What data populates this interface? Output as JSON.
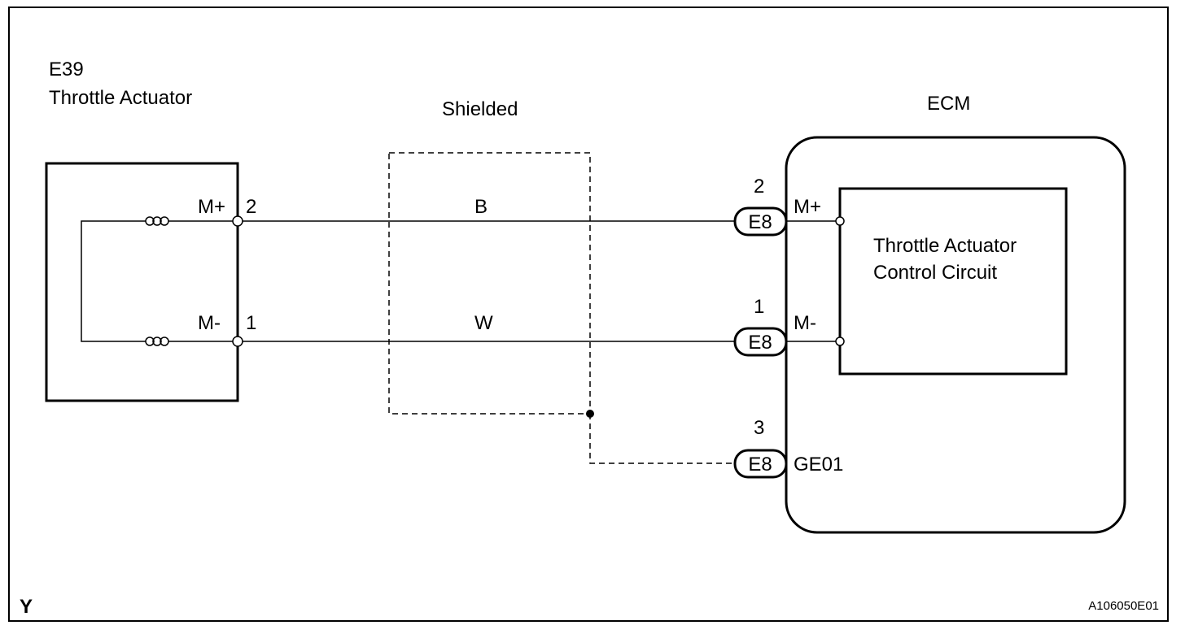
{
  "component": {
    "code": "E39",
    "name": "Throttle Actuator",
    "terminals": [
      {
        "signal": "M+",
        "pin": "2"
      },
      {
        "signal": "M-",
        "pin": "1"
      }
    ]
  },
  "shield_label": "Shielded",
  "wires": [
    {
      "color": "B",
      "from": "E39-2 (M+)",
      "to": "E8-2 (M+)"
    },
    {
      "color": "W",
      "from": "E39-1 (M-)",
      "to": "E8-1 (M-)"
    }
  ],
  "ecm": {
    "title": "ECM",
    "circuit_line1": "Throttle Actuator",
    "circuit_line2": "Control Circuit",
    "connectors": [
      {
        "pin": "2",
        "connector": "E8",
        "terminal": "M+"
      },
      {
        "pin": "1",
        "connector": "E8",
        "terminal": "M-"
      },
      {
        "pin": "3",
        "connector": "E8",
        "terminal": "GE01"
      }
    ]
  },
  "footer": {
    "left": "Y",
    "right": "A106050E01"
  }
}
